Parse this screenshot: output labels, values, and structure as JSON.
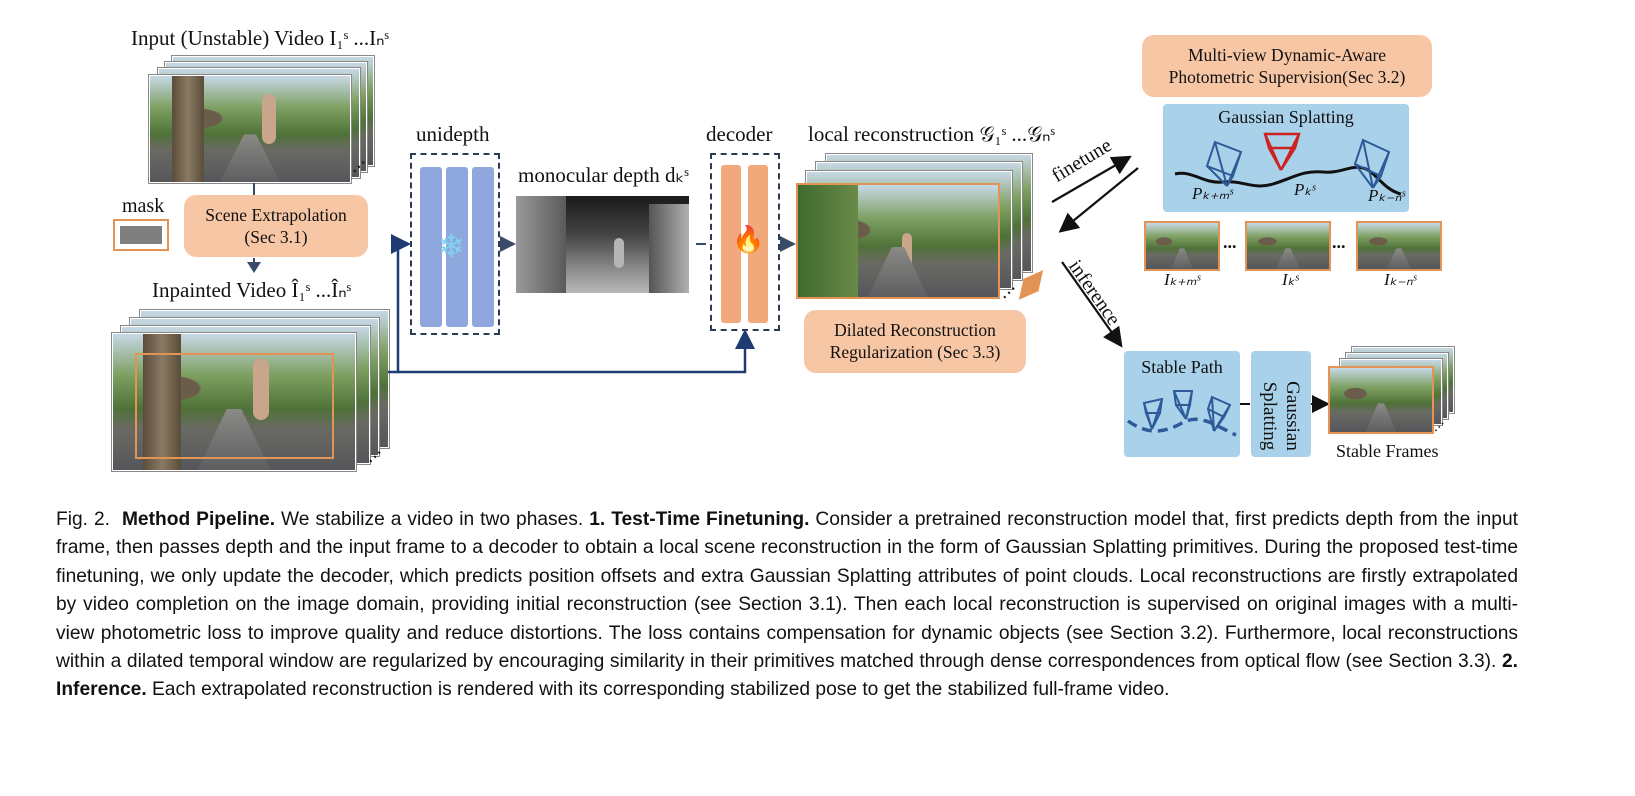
{
  "figure": {
    "input_video_label": "Input (Unstable) Video I₁ˢ ...Iₙˢ",
    "mask_label": "mask",
    "scene_extrapolation": {
      "line1": "Scene Extrapolation",
      "line2": "(Sec 3.1)"
    },
    "inpainted_video_label": "Inpainted Video Î₁ˢ ...Îₙˢ",
    "unidepth_label": "unidepth",
    "monocular_depth_label": "monocular depth dₖˢ",
    "decoder_label": "decoder",
    "local_reconstruction_label": "local reconstruction 𝒢₁ˢ ...𝒢ₙˢ",
    "dilated_reg": {
      "line1": "Dilated Reconstruction",
      "line2": "Regularization (Sec 3.3)"
    },
    "multiview_supervision": {
      "line1": "Multi-view Dynamic-Aware",
      "line2": "Photometric Supervision(Sec 3.2)"
    },
    "gaussian_splatting_label": "Gaussian Splatting",
    "pose_labels": [
      "Pₖ₊ₘˢ",
      "Pₖˢ",
      "Pₖ₋ₙˢ"
    ],
    "frame_labels": [
      "Iₖ₊ₘˢ",
      "Iₖˢ",
      "Iₖ₋ₙˢ"
    ],
    "ellipsis": "...",
    "finetune_label": "finetune",
    "inference_label": "inference",
    "stable_path_label": "Stable Path",
    "gaussian_splatting_vertical": "Gaussian Splatting",
    "stable_frames_label": "Stable Frames",
    "colors": {
      "orange_box": "#f7c6a5",
      "blue_box": "#a9d2ea",
      "encoder_blue": "#8ea8dd",
      "decoder_orange": "#f1a87a",
      "arrow_navy": "#1f3b73",
      "camera_blue": "#2e5a9a",
      "camera_red": "#cc2222",
      "frame_border_orange": "#e39454"
    },
    "icons": [
      "snowflake-icon",
      "fire-icon",
      "camera-icon"
    ]
  },
  "caption": {
    "fig_number": "Fig. 2.",
    "title": "Method Pipeline.",
    "text_1": "We stabilize a video in two phases.",
    "phase1_title": "1. Test-Time Finetuning.",
    "text_2": "Consider a pretrained reconstruction model that, first predicts depth from the input frame, then passes depth and the input frame to a decoder to obtain a local scene reconstruction in the form of Gaussian Splatting primitives. During the proposed test-time finetuning, we only update the decoder, which predicts position offsets and extra Gaussian Splatting attributes of point clouds. Local reconstructions are firstly extrapolated by video completion on the image domain, providing initial reconstruction (see Section 3.1). Then each local reconstruction is supervised on original images with a multi-view photometric loss to improve quality and reduce distortions. The loss contains compensation for dynamic objects (see Section 3.2). Furthermore, local reconstructions within a dilated temporal window are regularized by encouraging similarity in their primitives matched through dense correspondences from optical flow (see Section 3.3).",
    "phase2_title": "2. Inference.",
    "text_3": "Each extrapolated reconstruction is rendered with its corresponding stabilized pose to get the stabilized full-frame video."
  }
}
